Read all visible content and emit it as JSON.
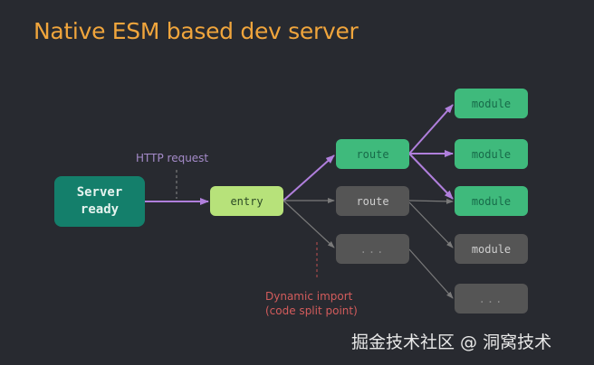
{
  "title": "Native ESM based dev server",
  "colors": {
    "background": "#282a30",
    "title": "#f0a53c",
    "server": "#147f6b",
    "entry": "#b7e27a",
    "active": "#3fba7c",
    "inactive": "#555555",
    "active_edge": "#b07fdc",
    "inactive_edge": "#7a7a7a",
    "http_label": "#a58bc9",
    "dynamic_label": "#d35c5c"
  },
  "nodes": {
    "server": "Server\nready",
    "entry": "entry",
    "routes": [
      {
        "label": "route",
        "active": true
      },
      {
        "label": "route",
        "active": false
      },
      {
        "label": "...",
        "active": false
      }
    ],
    "modules": [
      {
        "label": "module",
        "active": true
      },
      {
        "label": "module",
        "active": true
      },
      {
        "label": "module",
        "active": true
      },
      {
        "label": "module",
        "active": false
      },
      {
        "label": "...",
        "active": false
      }
    ]
  },
  "edges": [
    {
      "from": "server",
      "to": "entry",
      "active": true
    },
    {
      "from": "entry",
      "to": "route-1",
      "active": true
    },
    {
      "from": "entry",
      "to": "route-2",
      "active": false
    },
    {
      "from": "entry",
      "to": "route-3",
      "active": false
    },
    {
      "from": "route-1",
      "to": "module-1",
      "active": true
    },
    {
      "from": "route-1",
      "to": "module-2",
      "active": true
    },
    {
      "from": "route-1",
      "to": "module-3",
      "active": true
    },
    {
      "from": "route-2",
      "to": "module-3",
      "active": false
    },
    {
      "from": "route-2",
      "to": "module-4",
      "active": false
    },
    {
      "from": "route-3",
      "to": "module-5",
      "active": false
    }
  ],
  "annotations": {
    "http_request": "HTTP request",
    "dynamic_import_line1": "Dynamic import",
    "dynamic_import_line2": "(code split point)"
  },
  "watermark": "掘金技术社区 @ 洞窝技术"
}
